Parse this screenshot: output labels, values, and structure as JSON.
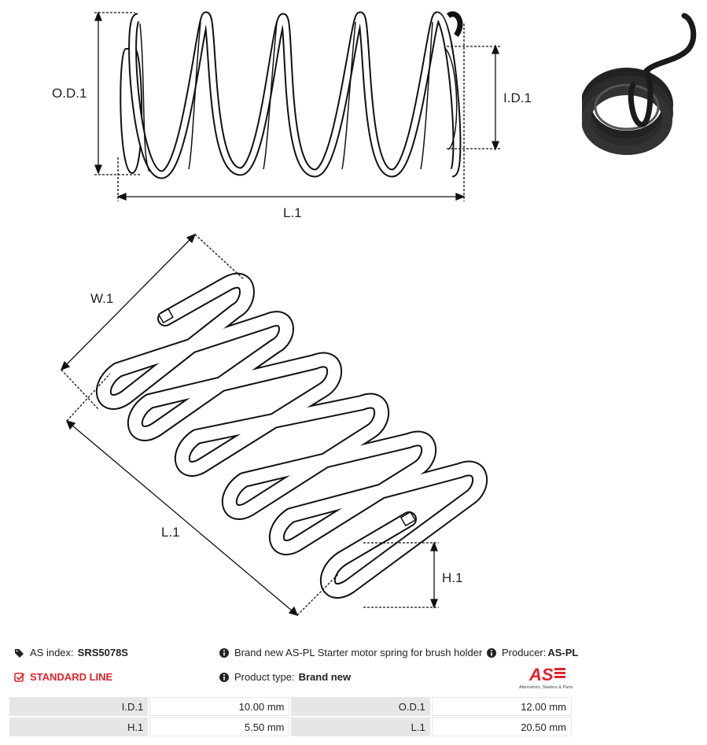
{
  "diagram": {
    "od_label": "O.D.1",
    "id_label": "I.D.1",
    "l_label_top": "L.1",
    "w_label": "W.1",
    "l_label_bottom": "L.1",
    "h_label": "H.1"
  },
  "info": {
    "as_index_label": "AS index:",
    "as_index_value": "SRS5078S",
    "standard_line": "STANDARD LINE",
    "description": "Brand new AS-PL Starter motor spring for brush holder",
    "product_type_label": "Product type:",
    "product_type_value": "Brand new",
    "producer_label": "Producer:",
    "producer_value": "AS-PL"
  },
  "logo": {
    "brand": "AS",
    "tagline": "Alternators, Starters & Parts",
    "color": "#e3212b"
  },
  "params": [
    {
      "label1": "I.D.1",
      "value1": "10.00 mm",
      "label2": "O.D.1",
      "value2": "12.00 mm"
    },
    {
      "label1": "H.1",
      "value1": "5.50 mm",
      "label2": "L.1",
      "value2": "20.50 mm"
    }
  ]
}
